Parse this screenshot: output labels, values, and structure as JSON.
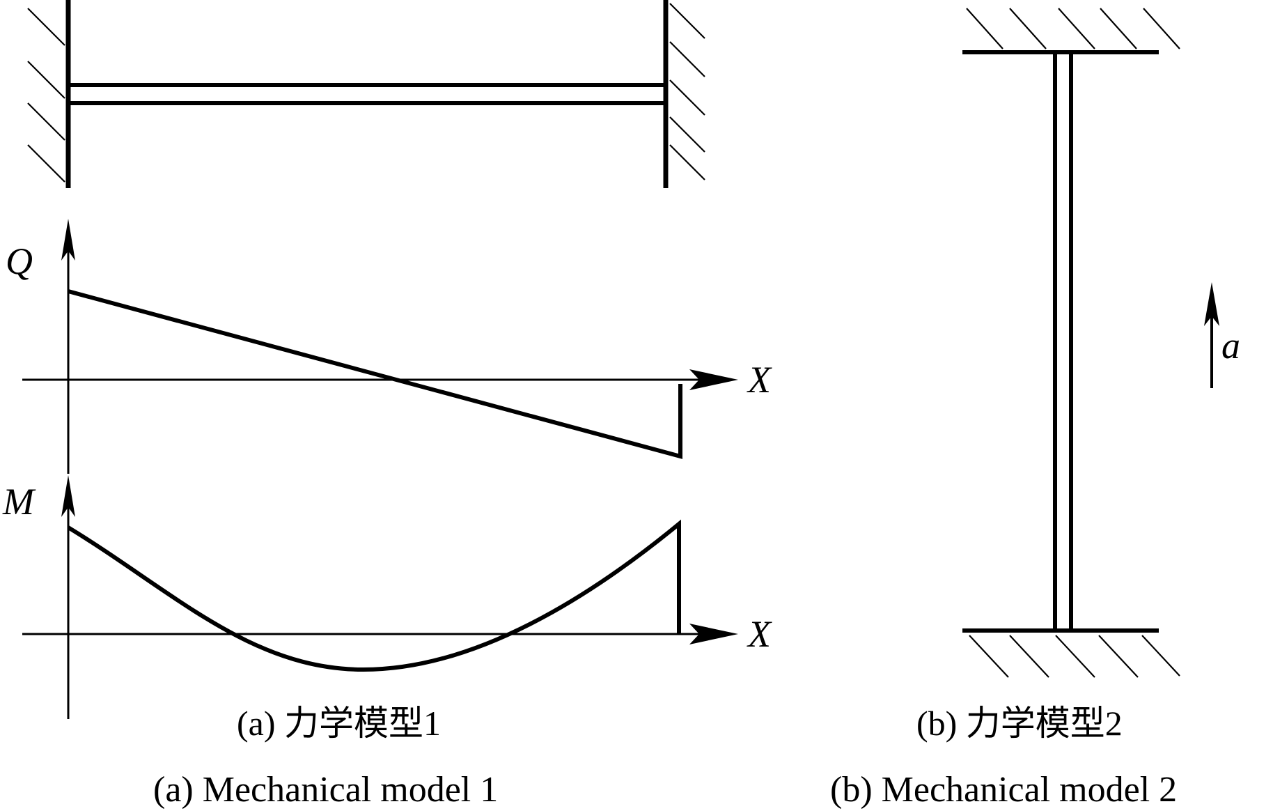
{
  "panel_a": {
    "shear_axis_label": "Q",
    "moment_axis_label": "M",
    "x_axis_label_shear": "X",
    "x_axis_label_moment": "X",
    "caption_cn": "(a) 力学模型1",
    "caption_en": "(a) Mechanical model 1"
  },
  "panel_b": {
    "accel_label": "a",
    "caption_cn": "(b) 力学模型2",
    "caption_en": "(b) Mechanical model 2"
  },
  "colors": {
    "ink": "#000000",
    "background": "#ffffff"
  }
}
